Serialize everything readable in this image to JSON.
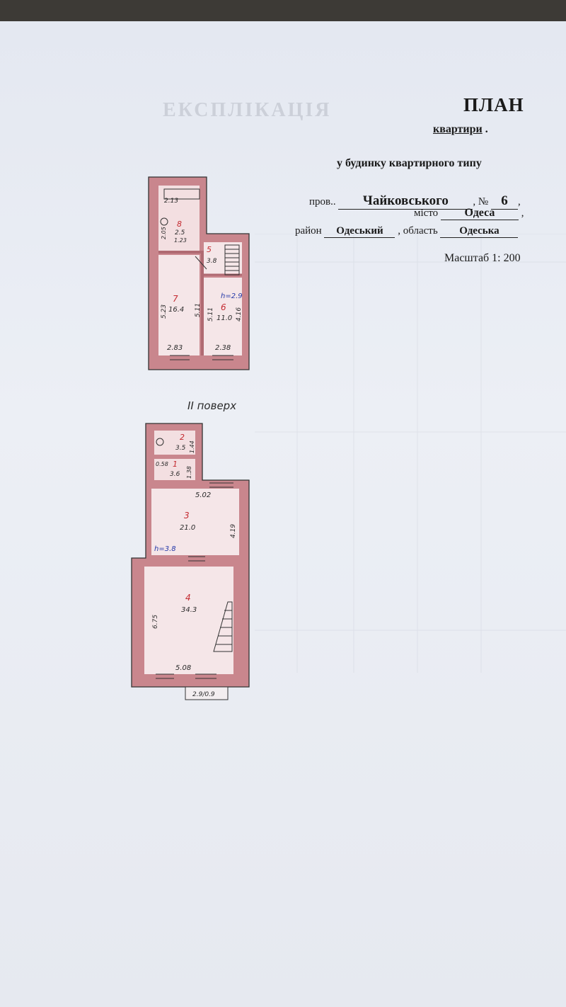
{
  "header": {
    "title": "ПЛАН",
    "subtitle": "квартири",
    "building_type": "у будинку квартирного типу",
    "street_prefix": "пров..",
    "street": "Чайковського",
    "number_label": "№",
    "number": "6",
    "city_label": "місто",
    "city": "Одеса",
    "district_label": "район",
    "district": "Одеський",
    "oblast_label": "область",
    "oblast": "Одеська",
    "scale": "Масштаб 1: 200"
  },
  "floor_label": "ІІ поверх",
  "upper_plan": {
    "rooms": [
      {
        "id": "8",
        "area": "2.5",
        "dim": "2.13"
      },
      {
        "id": "5",
        "area": "3.8"
      },
      {
        "id": "7",
        "area": "16.4"
      },
      {
        "id": "6",
        "area": "11.0"
      }
    ],
    "dims": [
      "2.05",
      "1.23",
      "5.23",
      "5.11",
      "5.11",
      "4.16",
      "2.83",
      "2.38"
    ],
    "height": "h=2.9"
  },
  "lower_plan": {
    "rooms": [
      {
        "id": "2",
        "area": "3.5"
      },
      {
        "id": "1",
        "area": "3.6"
      },
      {
        "id": "3",
        "area": "21.0"
      },
      {
        "id": "4",
        "area": "34.3"
      }
    ],
    "dims": [
      "1.44",
      "0.58",
      "1.38",
      "5.02",
      "4.19",
      "6.75",
      "5.08",
      "2.9/0.9"
    ],
    "height": "h=3.8"
  },
  "colors": {
    "wall": "#c9868d",
    "paper": "#e8ebf2",
    "ink": "#1a1a1a",
    "red_ink": "#c42a30",
    "blue_ink": "#2438a8"
  }
}
